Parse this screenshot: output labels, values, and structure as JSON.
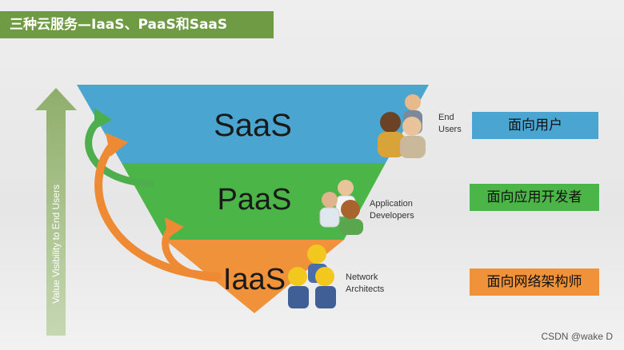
{
  "title": "三种云服务—IaaS、PaaS和SaaS",
  "axis_label": "Value Visibility to End Users",
  "tiers": [
    {
      "name": "SaaS",
      "role": [
        "End",
        "Users"
      ],
      "tag": "面向用户",
      "color": "#4aa6d0"
    },
    {
      "name": "PaaS",
      "role": [
        "Application",
        "Developers"
      ],
      "tag": "面向应用开发者",
      "color": "#4cb548"
    },
    {
      "name": "IaaS",
      "role": [
        "Network",
        "Architects"
      ],
      "tag": "面向网络架构师",
      "color": "#f0923a"
    }
  ],
  "watermark": "CSDN @wake D",
  "colors": {
    "banner": "#6f9b45",
    "axis_arrow": "#a9c08f",
    "curve_green": "#4cae4c",
    "curve_orange": "#ef8a34"
  }
}
